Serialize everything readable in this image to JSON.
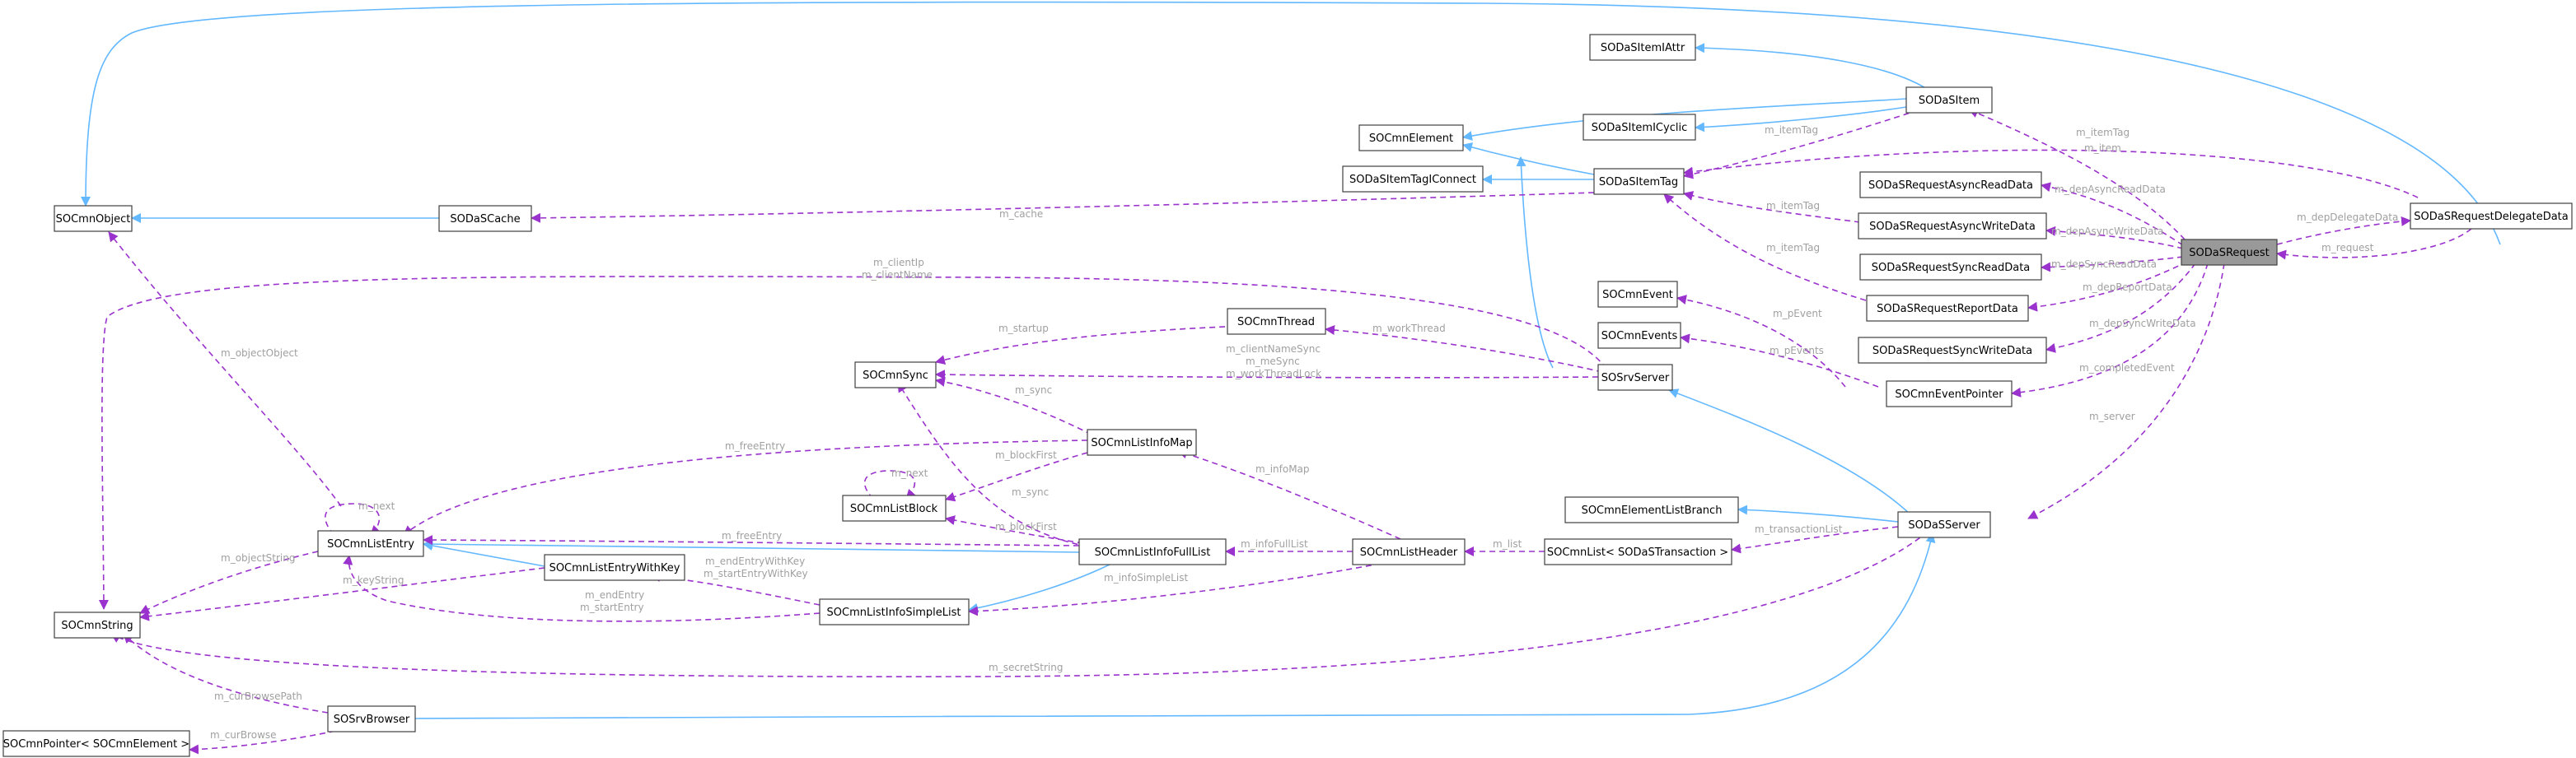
{
  "nodes": {
    "SOCmnObject": "SOCmnObject",
    "SODaSCache": "SODaSCache",
    "SOCmnString": "SOCmnString",
    "SOCmnListEntry": "SOCmnListEntry",
    "SOCmnListEntryWithKey": "SOCmnListEntryWithKey",
    "SOCmnListInfoSimpleList": "SOCmnListInfoSimpleList",
    "SOCmnSync": "SOCmnSync",
    "SOCmnListBlock": "SOCmnListBlock",
    "SOCmnListInfoMap": "SOCmnListInfoMap",
    "SOCmnListInfoFullList": "SOCmnListInfoFullList",
    "SOCmnThread": "SOCmnThread",
    "SOCmnListHeader": "SOCmnListHeader",
    "SOSrvBrowser": "SOSrvBrowser",
    "SOCmnPointerElement": "SOCmnPointer< SOCmnElement >",
    "SODaSItemIAttr": "SODaSItemIAttr",
    "SOCmnElement": "SOCmnElement",
    "SODaSItemICyclic": "SODaSItemICyclic",
    "SODaSItemTagIConnect": "SODaSItemTagIConnect",
    "SODaSItem": "SODaSItem",
    "SODaSItemTag": "SODaSItemTag",
    "SOCmnEvent": "SOCmnEvent",
    "SOCmnEvents": "SOCmnEvents",
    "SOSrvServer": "SOSrvServer",
    "SOCmnElementListBranch": "SOCmnElementListBranch",
    "SOCmnListTransaction": "SOCmnList< SODaSTransaction >",
    "SODaSServer": "SODaSServer",
    "SODaSRequestAsyncReadData": "SODaSRequestAsyncReadData",
    "SODaSRequestAsyncWriteData": "SODaSRequestAsyncWriteData",
    "SODaSRequestSyncReadData": "SODaSRequestSyncReadData",
    "SODaSRequestReportData": "SODaSRequestReportData",
    "SODaSRequestSyncWriteData": "SODaSRequestSyncWriteData",
    "SOCmnEventPointer": "SOCmnEventPointer",
    "SODaSRequest": "SODaSRequest",
    "SODaSRequestDelegateData": "SODaSRequestDelegateData"
  },
  "edge_labels": {
    "m_objectObject": "m_objectObject",
    "m_cache": "m_cache",
    "m_clientIp_m_clientName": [
      "m_clientIp",
      "m_clientName"
    ],
    "m_objectString": "m_objectString",
    "m_keyString": "m_keyString",
    "m_endEntry_m_startEntry": [
      "m_endEntry",
      "m_startEntry"
    ],
    "m_secretString": "m_secretString",
    "m_curBrowsePath": "m_curBrowsePath",
    "m_next_entry": "m_next",
    "m_freeEntry_map": "m_freeEntry",
    "m_freeEntry_full": "m_freeEntry",
    "m_endEntryWithKey": [
      "m_endEntryWithKey",
      "m_startEntryWithKey"
    ],
    "m_startup": "m_startup",
    "m_sync_map": "m_sync",
    "m_sync_full": "m_sync",
    "m_srv_sync": [
      "m_clientNameSync",
      "m_meSync",
      "m_workThreadLock"
    ],
    "m_next_block": "m_next",
    "m_blockFirst_map": "m_blockFirst",
    "m_blockFirst_full": "m_blockFirst",
    "m_infoMap": "m_infoMap",
    "m_infoFullList": "m_infoFullList",
    "m_infoSimpleList": "m_infoSimpleList",
    "m_workThread": "m_workThread",
    "m_list": "m_list",
    "m_curBrowse": "m_curBrowse",
    "m_itemTag_item": "m_itemTag",
    "m_itemTag_async": "m_itemTag",
    "m_itemTag_sync": "m_itemTag",
    "m_itemTag_req": "m_itemTag",
    "m_item": "m_item",
    "m_pEvent": "m_pEvent",
    "m_pEvents": "m_pEvents",
    "m_transactionList": "m_transactionList",
    "m_depAsyncReadData": "m_depAsyncReadData",
    "m_depAsyncWriteData": "m_depAsyncWriteData",
    "m_depSyncReadData": "m_depSyncReadData",
    "m_depReportData": "m_depReportData",
    "m_depSyncWriteData": "m_depSyncWriteData",
    "m_completedEvent": "m_completedEvent",
    "m_server": "m_server",
    "m_depDelegateData": "m_depDelegateData",
    "m_request": "m_request"
  },
  "colors": {
    "inheritance": "#63b8ff",
    "usage": "#9a32cd",
    "edge_label": "#a0a0a0",
    "focus_node": "#999999"
  }
}
